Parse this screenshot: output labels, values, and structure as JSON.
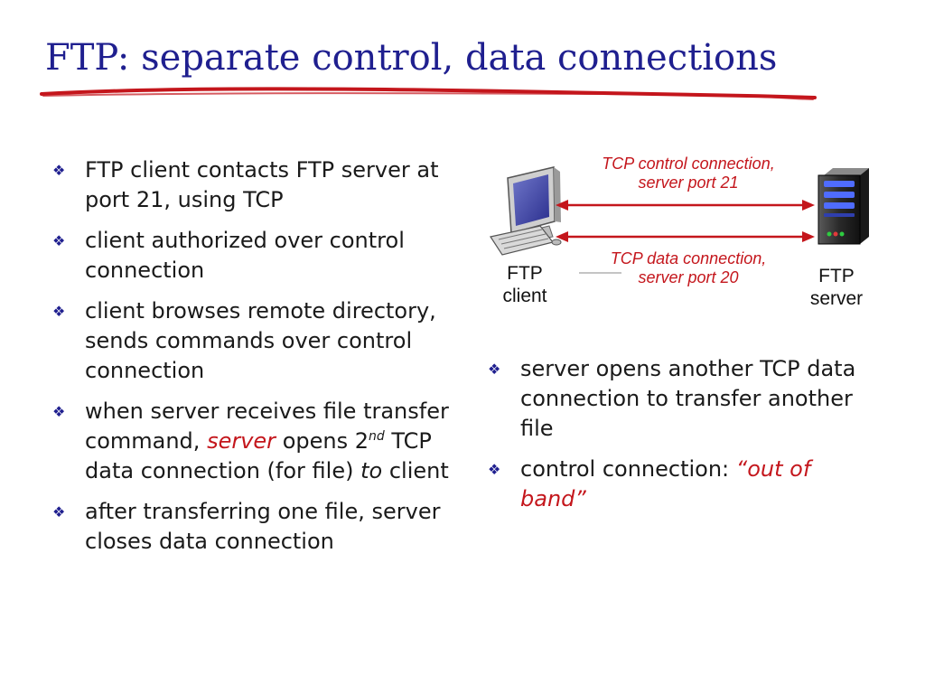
{
  "title": "FTP: separate control, data connections",
  "colors": {
    "title": "#1f1f8f",
    "underline": "#c4161c",
    "accent": "#c4161c",
    "bullet_mark": "#1f1f8f",
    "body_text": "#1a1a1a"
  },
  "bullet_icon": "diamond-cluster-icon",
  "left_bullets": [
    {
      "text": "FTP client contacts FTP server at port 21, using TCP"
    },
    {
      "text": "client authorized over control connection"
    },
    {
      "text": "client browses remote directory, sends commands over control connection"
    },
    {
      "part1": "when server receives file transfer command,",
      "emph": "server",
      "part2": "opens 2",
      "sup": "nd",
      "part3": "TCP data connection (for file)",
      "ital": "to",
      "part4": "client"
    },
    {
      "text": "after transferring one file, server closes data connection"
    }
  ],
  "diagram": {
    "control_label_line1": "TCP control connection,",
    "control_label_line2": "server port 21",
    "data_label_line1": "TCP data connection,",
    "data_label_line2": "server port 20",
    "client_label_line1": "FTP",
    "client_label_line2": "client",
    "server_label_line1": "FTP",
    "server_label_line2": "server",
    "client_icon": "desktop-computer-icon",
    "server_icon": "server-tower-icon"
  },
  "right_bullets": [
    {
      "text": "server opens another TCP data connection to transfer another file"
    },
    {
      "text": "control connection:",
      "emph": "“out of band”"
    }
  ]
}
